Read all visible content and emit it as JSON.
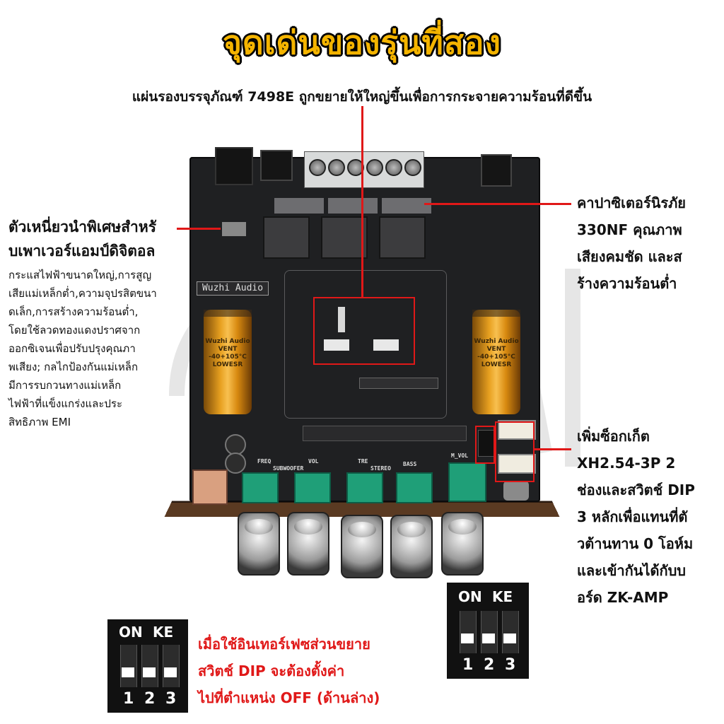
{
  "title": "จุดเด่นของรุ่นที่สอง",
  "top_note": "แผ่นรองบรรจุภัณฑ์ 7498E ถูกขยายให้ใหญ่ขึ้นเพื่อการกระจายความร้อนที่ดีขึ้น",
  "left": {
    "title_lines": [
      "ตัวเหนี่ยวนำพิเศษสำหรั",
      "บเพาเวอร์แอมป์ดิจิตอล"
    ],
    "body_lines": [
      "กระแสไฟฟ้าขนาดใหญ่,การสูญ",
      "เสียแม่เหล็กต่ำ,ความจุปรสิตขนา",
      "ดเล็ก,การสร้างความร้อนต่ำ,",
      "โดยใช้ลวดทองแดงปราศจาก",
      "ออกซิเจนเพื่อปรับปรุงคุณภา",
      "พเสียง; กลไกป้องกันแม่เหล็ก",
      "มีการรบกวนทางแม่เหล็ก",
      "ไฟฟ้าที่แข็งแกร่งและประ",
      "สิทธิภาพ EMI"
    ]
  },
  "right_top": {
    "lines": [
      "คาปาซิเตอร์นิรภัย",
      "330NF คุณภาพ",
      "เสียงคมชัด และส",
      "ร้างความร้อนต่ำ"
    ]
  },
  "right_bottom": {
    "lines": [
      "เพิ่มซ็อกเก็ต",
      "XH2.54-3P 2",
      "ช่องและสวิตช์ DIP",
      "3 หลักเพื่อแทนที่ตั",
      "วต้านทาน 0 โอห์ม",
      "และเข้ากันได้กับบ",
      "อร์ด ZK-AMP"
    ]
  },
  "bottom_note": {
    "lines": [
      "เมื่อใช้อินเทอร์เฟซส่วนขยาย",
      "สวิตช์ DIP จะต้องตั้งค่า",
      "ไปที่ตำแหน่ง OFF (ด้านล่าง)"
    ]
  },
  "dip_switch": {
    "on_label": "ON",
    "ke_label": "KE",
    "numbers": [
      "1",
      "2",
      "3"
    ]
  },
  "board": {
    "brand_label": "Wuzhi Audio",
    "cap_text": [
      "Wuzhi Audio",
      "VENT",
      "-40+105°C",
      "LOWESR"
    ],
    "knob_labels": [
      "FREQ",
      "VOL",
      "TRE",
      "BASS",
      "M_VOL"
    ],
    "sub_labels": [
      "SUBWOOFER",
      "STEREO"
    ]
  },
  "colors": {
    "title_fill": "#f4b400",
    "accent_red": "#e01818",
    "board": "#1f2022",
    "capacitor": "#e7a020",
    "potentiometer": "#1f9f78"
  }
}
